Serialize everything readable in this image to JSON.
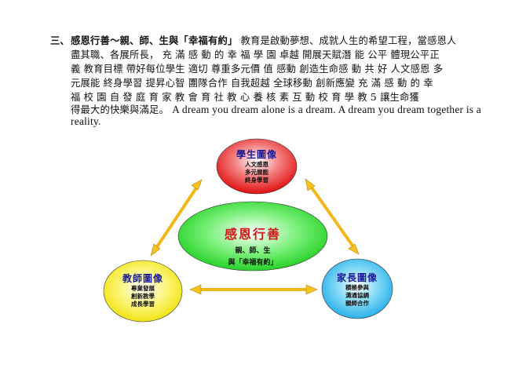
{
  "paragraph": {
    "prefix": "三、",
    "heading": "感恩行善～親、師、生與「幸福有約」",
    "line1_rest": " 教育是啟動夢想、成就人生的希望工程，當感恩人",
    "line2": "盡其職、各展所長， 充 滿 感 動 的 幸 福 學 園 卓越 開展天賦潛 能 公平 體現公平正",
    "line3": "義 教育目標 帶好每位學生 適切 尊重多元價 值 感動 創造生命感 動 共 好 人文感恩 多",
    "line4": "元展能 終身學習 提昇心智 團隊合作 自我超越 全球移動 創新應變 充 滿 感 動 的 幸",
    "line5": "福 校 園 自 發 庭 育 家 教 會 育 社 教 心 養 核 素 互 動 校 育 學 教 5 讓生命獲",
    "line6_zh": "得最大的快樂與滿足。",
    "line6_en": "A dream you dream alone is a dream. A dream you dream together is a",
    "line7": "reality."
  },
  "diagram": {
    "student": {
      "title": "學生圖像",
      "items": [
        "人文感恩",
        "多元展能",
        "終身學習"
      ]
    },
    "center": {
      "title": "感恩行善",
      "line1": "親、師、生",
      "line2": "與「幸福有約」"
    },
    "teacher": {
      "title": "教師圖像",
      "items": [
        "專業發展",
        "創新教學",
        "成長學習"
      ]
    },
    "parent": {
      "title": "家長圖像",
      "items": [
        "積極參與",
        "溝通協調",
        "親師合作"
      ]
    }
  }
}
